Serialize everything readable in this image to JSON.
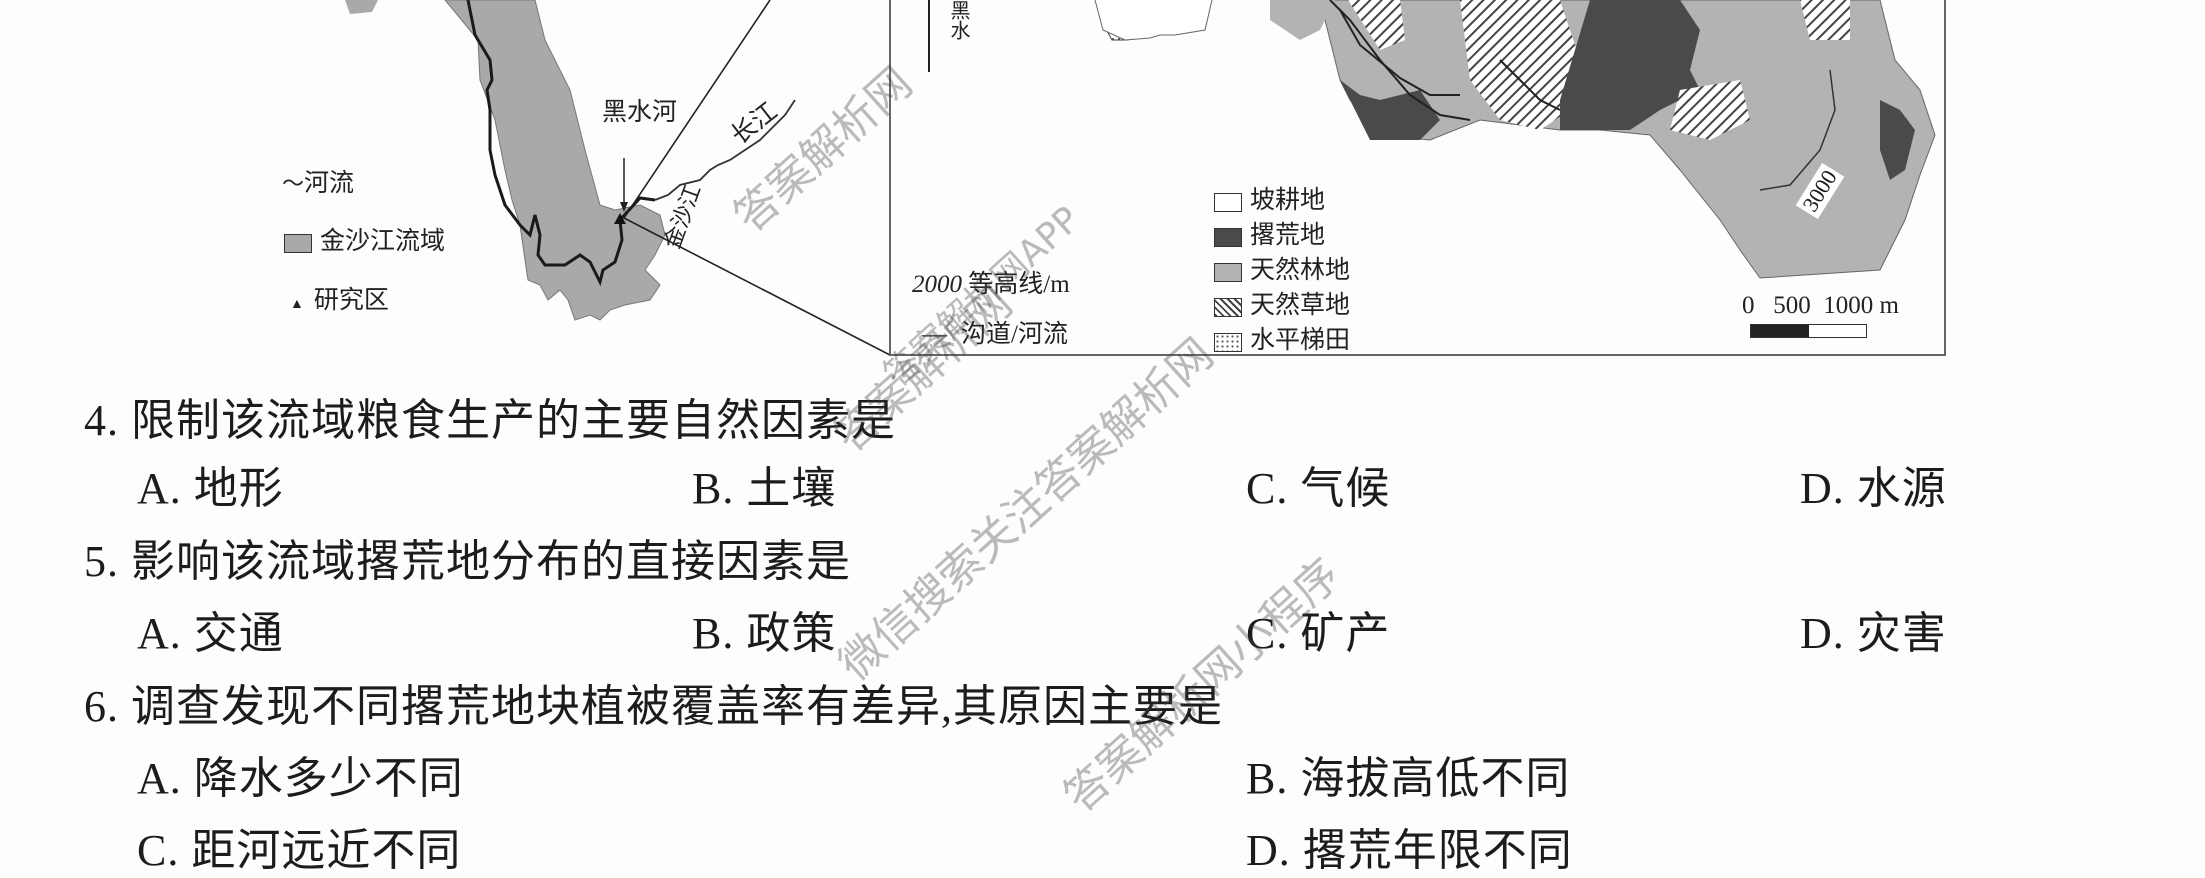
{
  "left_map": {
    "legend": [
      {
        "icon": "river-line-icon",
        "label": "河流"
      },
      {
        "icon": "gray-area-swatch",
        "label": "金沙江流域"
      },
      {
        "icon": "triangle-marker-icon",
        "label": "研究区"
      }
    ],
    "labels": {
      "heishui": "黑水河",
      "changjiang": "长江",
      "jinsha": "金沙江"
    }
  },
  "right_map": {
    "labels": {
      "heishui_vertical": "黑水",
      "contour_3000": "3000"
    },
    "legend_lines": [
      {
        "sample": "2000",
        "label": "等高线/m"
      },
      {
        "sample": "—",
        "label": "沟道/河流"
      }
    ],
    "legend_areas": [
      {
        "label": "坡耕地",
        "pattern": "white"
      },
      {
        "label": "撂荒地",
        "pattern": "dark"
      },
      {
        "label": "天然林地",
        "pattern": "gray"
      },
      {
        "label": "天然草地",
        "pattern": "hatched"
      },
      {
        "label": "水平梯田",
        "pattern": "dotted"
      }
    ],
    "scale": {
      "ticks": [
        "0",
        "500",
        "1000 m"
      ]
    }
  },
  "colors": {
    "basin_gray": "#a9a9a9",
    "abandoned_dark": "#4a4a4a",
    "forest_gray": "#b3b3b3",
    "text": "#1c1c1c"
  },
  "questions": [
    {
      "stem": "4. 限制该流域粮食生产的主要自然因素是",
      "options": [
        "A. 地形",
        "B. 土壤",
        "C. 气候",
        "D. 水源"
      ]
    },
    {
      "stem": "5. 影响该流域撂荒地分布的直接因素是",
      "options": [
        "A. 交通",
        "B. 政策",
        "C. 矿产",
        "D. 灾害"
      ]
    },
    {
      "stem": "6. 调查发现不同撂荒地块植被覆盖率有差异,其原因主要是",
      "options": [
        "A. 降水多少不同",
        "B. 海拔高低不同",
        "C. 距河远近不同",
        "D. 撂荒年限不同"
      ]
    }
  ],
  "watermarks": [
    "答案解析网",
    "答案解析网APP",
    "答案解析网",
    "微信搜索关注答案解析网",
    "答案解析网小程序"
  ]
}
